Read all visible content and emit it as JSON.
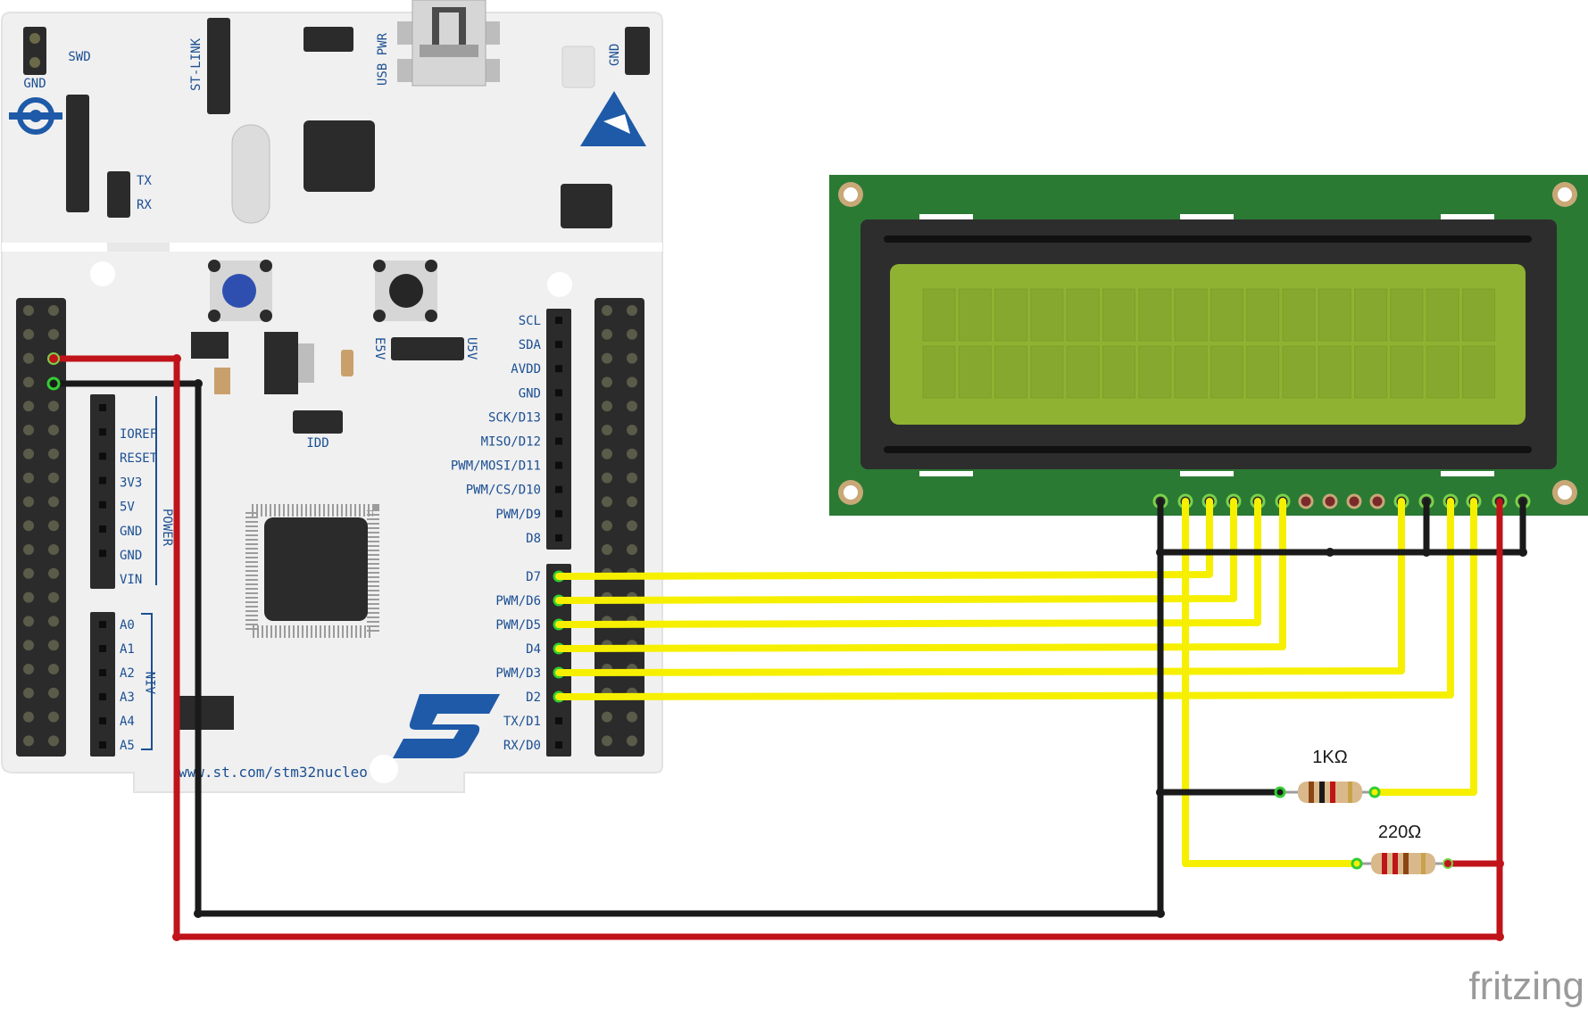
{
  "nucleo": {
    "top_labels": {
      "gnd_left": "GND",
      "swd": "SWD",
      "st_link": "ST-LINK",
      "usb_pwr": "USB PWR",
      "gnd_right": "GND",
      "tx": "TX",
      "rx": "RX",
      "e5v": "E5V",
      "u5v": "U5V",
      "idd": "IDD",
      "power": "POWER",
      "ain": "AIN"
    },
    "power_pins": [
      "IOREF",
      "RESET",
      "3V3",
      "5V",
      "GND",
      "GND",
      "VIN"
    ],
    "analog_pins": [
      "A0",
      "A1",
      "A2",
      "A3",
      "A4",
      "A5"
    ],
    "digital_upper": [
      "SCL",
      "SDA",
      "AVDD",
      "GND",
      "SCK/D13",
      "MISO/D12",
      "PWM/MOSI/D11",
      "PWM/CS/D10",
      "PWM/D9",
      "D8"
    ],
    "digital_lower": [
      "D7",
      "PWM/D6",
      "PWM/D5",
      "D4",
      "PWM/D3",
      "D2",
      "TX/D1",
      "RX/D0"
    ],
    "url": "www.st.com/stm32nucleo"
  },
  "resistors": {
    "r1_label": "1KΩ",
    "r2_label": "220Ω"
  },
  "watermark": "fritzing",
  "colors": {
    "board": "#f1f1f1",
    "header": "#2b2b2b",
    "label_blue": "#1b4f93",
    "st_blue": "#1e5aa8",
    "lcd_pcb": "#2a7a34",
    "lcd_bezel": "#2d2d2d",
    "lcd_screen": "#8fb232",
    "wire_yellow": "#f6f000",
    "wire_red": "#c0131a",
    "wire_black": "#1a1a1a",
    "pin_green": "#33cc33"
  }
}
